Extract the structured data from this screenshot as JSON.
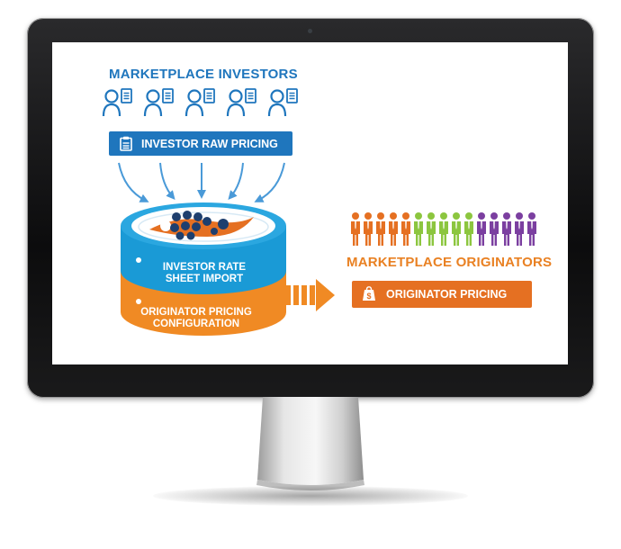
{
  "investors": {
    "title": "MARKETPLACE INVESTORS",
    "raw_pricing_label": "INVESTOR RAW PRICING"
  },
  "platform": {
    "import_label_line1": "INVESTOR RATE",
    "import_label_line2": "SHEET IMPORT",
    "config_label_line1": "ORIGINATOR PRICING",
    "config_label_line2": "CONFIGURATION"
  },
  "originators": {
    "title": "MARKETPLACE ORIGINATORS",
    "pricing_label": "ORIGINATOR PRICING",
    "figure_colors": [
      "#e57022",
      "#e57022",
      "#e57022",
      "#e57022",
      "#e57022",
      "#8cc63f",
      "#8cc63f",
      "#8cc63f",
      "#8cc63f",
      "#8cc63f",
      "#7b3fa0",
      "#7b3fa0",
      "#7b3fa0",
      "#7b3fa0",
      "#7b3fa0"
    ]
  },
  "colors": {
    "investor_blue": "#1f76bd",
    "originator_orange": "#e57022",
    "drum_top_blue": "#1a9ad6",
    "drum_bottom_orange": "#f08a24"
  },
  "icons": {
    "investor": "investor-with-document-icon",
    "raw_pricing": "clipboard-icon",
    "originator_pricing": "dollar-tag-icon",
    "flow": "arrow-icon"
  }
}
